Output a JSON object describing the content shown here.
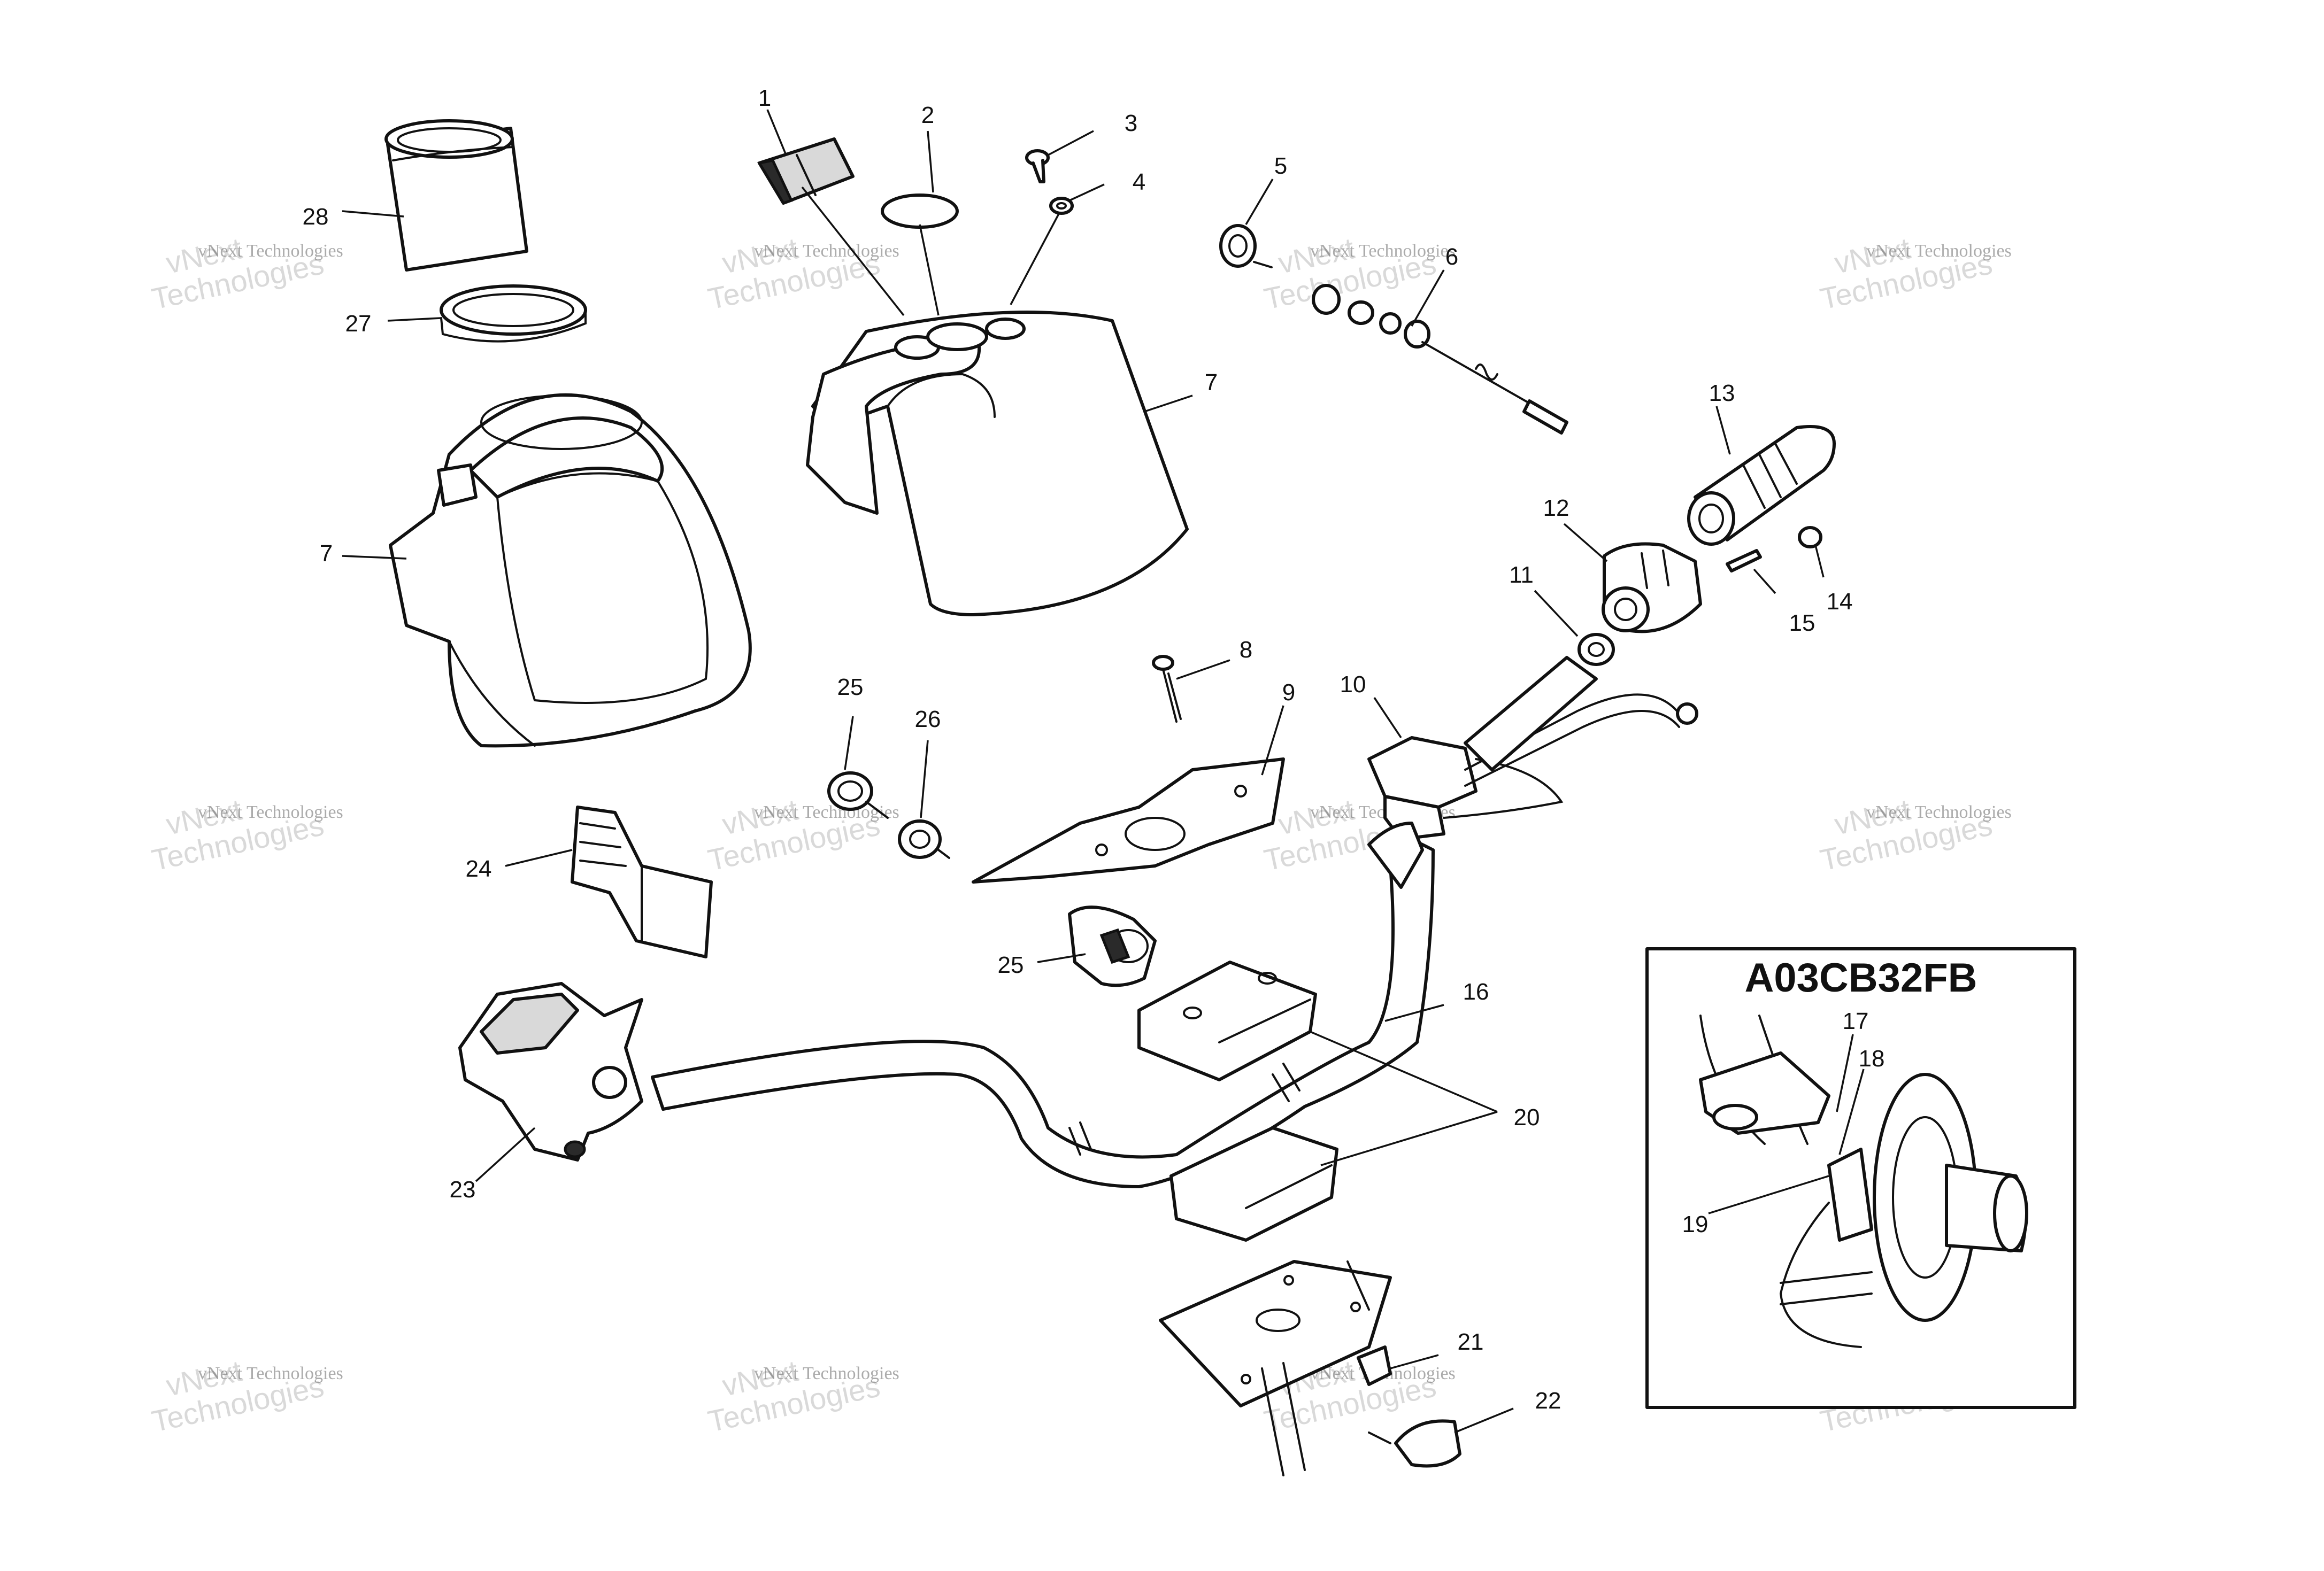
{
  "callouts": {
    "c1": "1",
    "c2": "2",
    "c3": "3",
    "c4": "4",
    "c5": "5",
    "c6": "6",
    "c7a": "7",
    "c7b": "7",
    "c8": "8",
    "c9": "9",
    "c10": "10",
    "c11": "11",
    "c12": "12",
    "c13": "13",
    "c14": "14",
    "c15": "15",
    "c16": "16",
    "c17": "17",
    "c18": "18",
    "c19": "19",
    "c20": "20",
    "c21": "21",
    "c22": "22",
    "c23": "23",
    "c24": "24",
    "c25a": "25",
    "c25b": "25",
    "c26": "26",
    "c27": "27",
    "c28": "28"
  },
  "inset": {
    "title": "A03CB32FB"
  },
  "watermark": {
    "line1": "vNext Technologies",
    "line2": "vNext\nTechnologies"
  }
}
